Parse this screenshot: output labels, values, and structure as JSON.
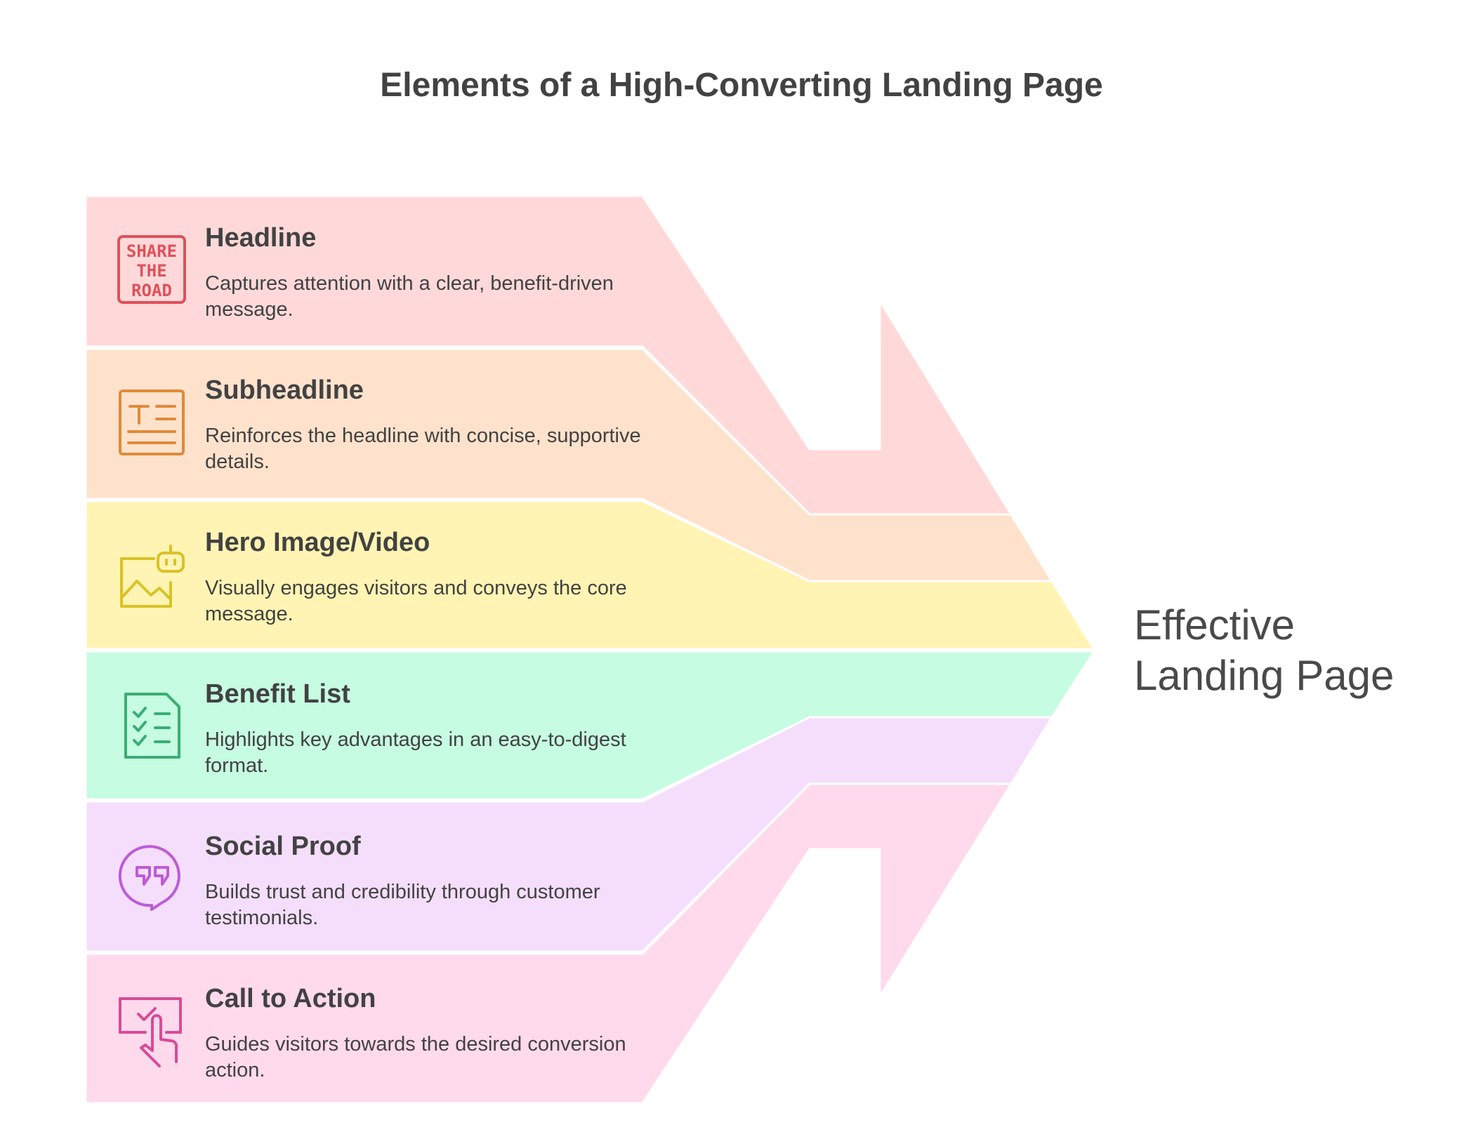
{
  "title": "Elements of a High-Converting Landing Page",
  "target": {
    "line1": "Effective",
    "line2": "Landing Page"
  },
  "items": [
    {
      "heading": "Headline",
      "description": "Captures attention with a clear, benefit-driven message.",
      "icon": "share-the-road-sign-icon",
      "icon_text": [
        "SHARE",
        "THE",
        "ROAD"
      ],
      "fill": "#FFD9D9",
      "stroke": "#E0505A"
    },
    {
      "heading": "Subheadline",
      "description": "Reinforces the headline with concise, supportive details.",
      "icon": "text-layout-icon",
      "fill": "#FFE2CC",
      "stroke": "#E08A38"
    },
    {
      "heading": "Hero Image/Video",
      "description": "Visually engages visitors and conveys the core message.",
      "icon": "image-robot-icon",
      "fill": "#FFF4B3",
      "stroke": "#D9C227"
    },
    {
      "heading": "Benefit List",
      "description": "Highlights key advantages in an easy-to-digest format.",
      "icon": "checklist-document-icon",
      "fill": "#C6FCE2",
      "stroke": "#3AAE72"
    },
    {
      "heading": "Social Proof",
      "description": "Builds trust and credibility through customer testimonials.",
      "icon": "quote-bubble-icon",
      "fill": "#F5DEFC",
      "stroke": "#BD5BD8"
    },
    {
      "heading": "Call to Action",
      "description": "Guides visitors towards the desired conversion action.",
      "icon": "click-screen-icon",
      "fill": "#FFD9EC",
      "stroke": "#D94A96"
    }
  ]
}
